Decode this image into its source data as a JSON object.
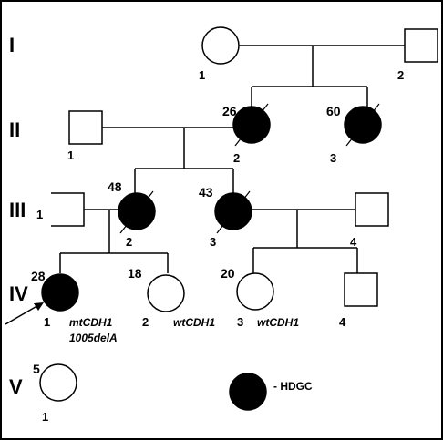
{
  "generations": {
    "I": "I",
    "II": "II",
    "III": "III",
    "IV": "IV",
    "V": "V"
  },
  "individuals": {
    "I1": {
      "num": "1"
    },
    "I2": {
      "num": "2"
    },
    "II1": {
      "num": "1"
    },
    "II2": {
      "num": "2",
      "age": "26"
    },
    "II3": {
      "num": "3",
      "age": "60"
    },
    "III1": {
      "num": "1"
    },
    "III2": {
      "num": "2",
      "age": "48"
    },
    "III3": {
      "num": "3",
      "age": "43"
    },
    "III4": {
      "num": "4"
    },
    "IV1": {
      "num": "1",
      "age": "28",
      "genotype_line1": "mtCDH1",
      "genotype_line2": "1005delA"
    },
    "IV2": {
      "num": "2",
      "age": "18",
      "genotype": "wtCDH1"
    },
    "IV3": {
      "num": "3",
      "age": "20",
      "genotype": "wtCDH1"
    },
    "IV4": {
      "num": "4"
    },
    "V1": {
      "num": "1",
      "age": "5"
    }
  },
  "legend": {
    "label": "- HDGC"
  }
}
